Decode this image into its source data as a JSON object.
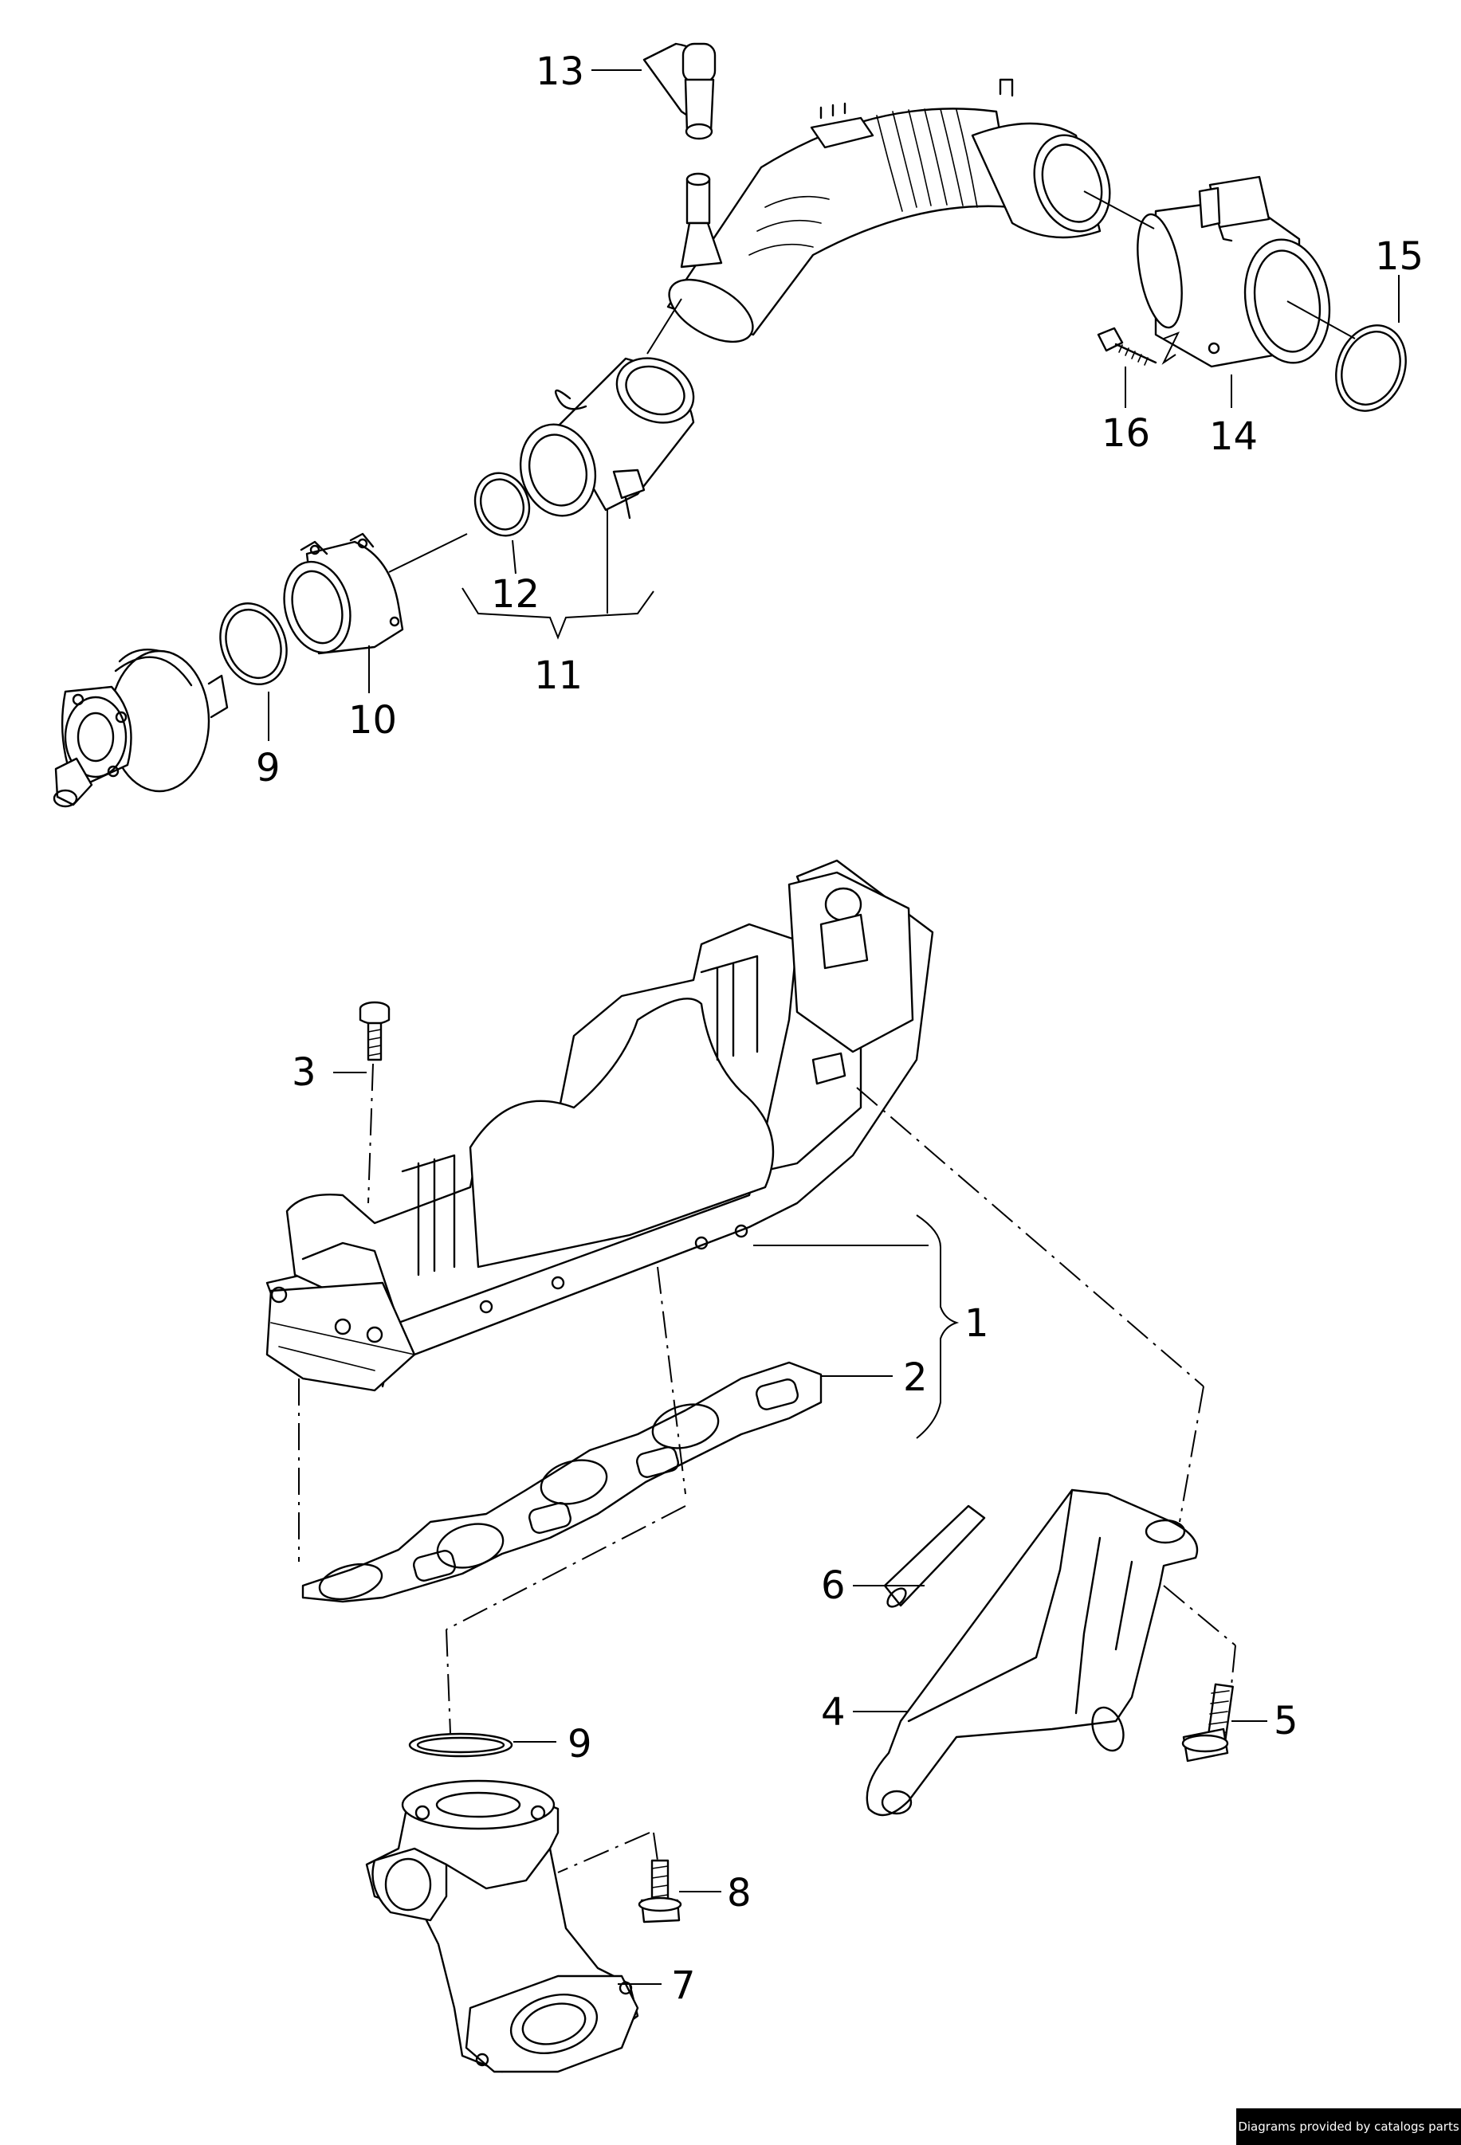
{
  "callouts": {
    "c1": "1",
    "c2": "2",
    "c3": "3",
    "c4": "4",
    "c5": "5",
    "c6": "6",
    "c7": "7",
    "c8": "8",
    "c9a": "9",
    "c9b": "9",
    "c10": "10",
    "c11": "11",
    "c12": "12",
    "c13": "13",
    "c14": "14",
    "c15": "15",
    "c16": "16"
  },
  "credit": "Diagrams provided by catalogs parts"
}
